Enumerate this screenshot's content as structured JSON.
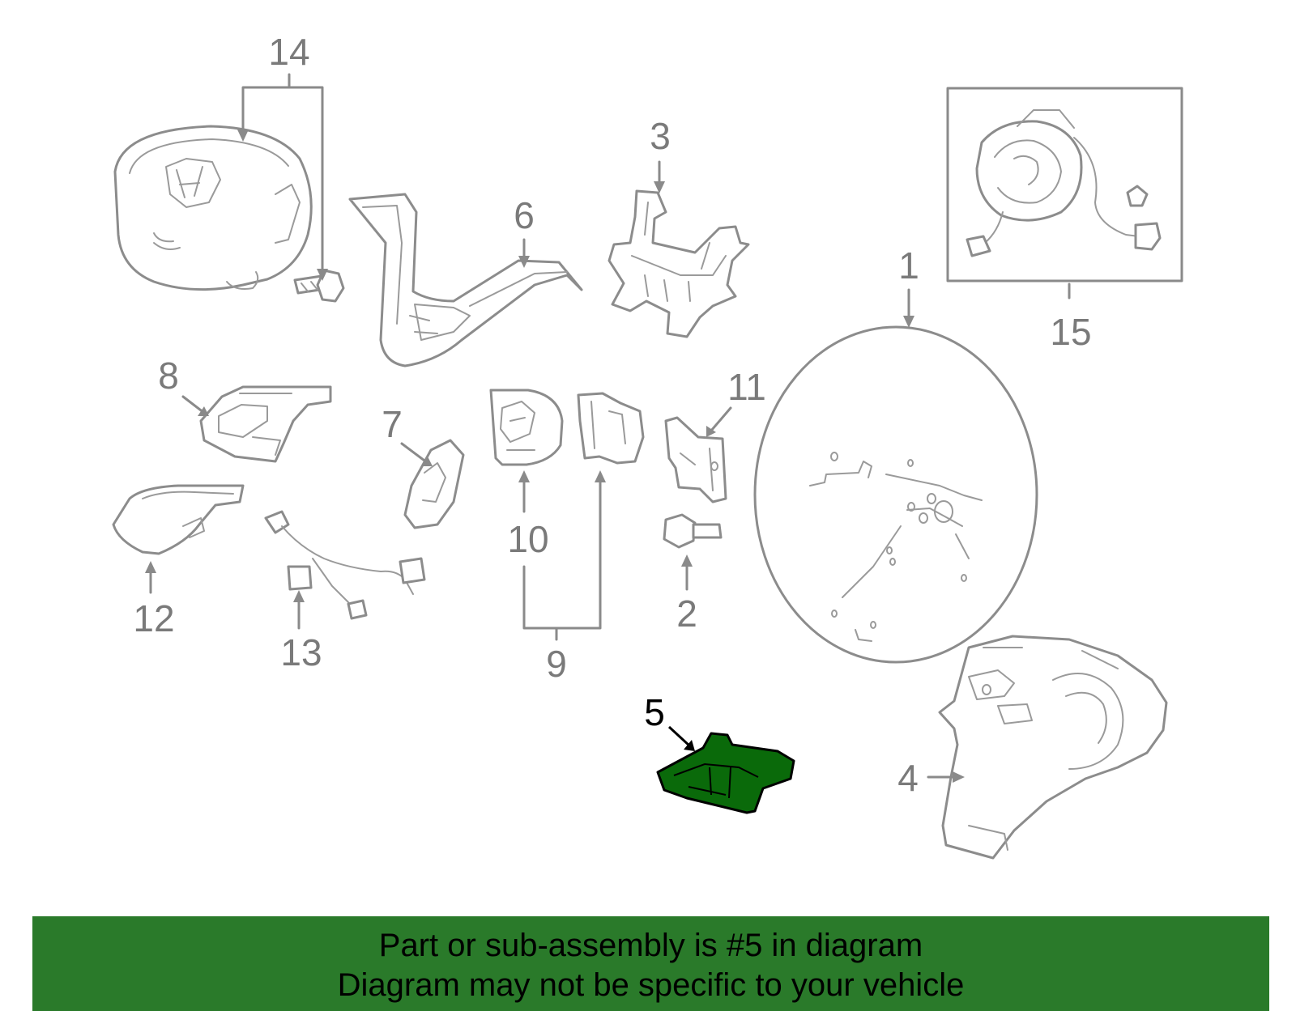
{
  "callouts": {
    "c1": "1",
    "c2": "2",
    "c3": "3",
    "c4": "4",
    "c5": "5",
    "c6": "6",
    "c7": "7",
    "c8": "8",
    "c9": "9",
    "c10": "10",
    "c11": "11",
    "c12": "12",
    "c13": "13",
    "c14": "14",
    "c15": "15"
  },
  "highlight": {
    "part": "5",
    "color": "#0a6a0a"
  },
  "colors": {
    "line": "#8a8a8a",
    "callout_text": "#7a7a7a",
    "banner_bg": "#2a7a2a"
  },
  "banner": {
    "line1": "Part or sub-assembly is #5 in diagram",
    "line2": "Diagram may not be specific to your vehicle"
  }
}
